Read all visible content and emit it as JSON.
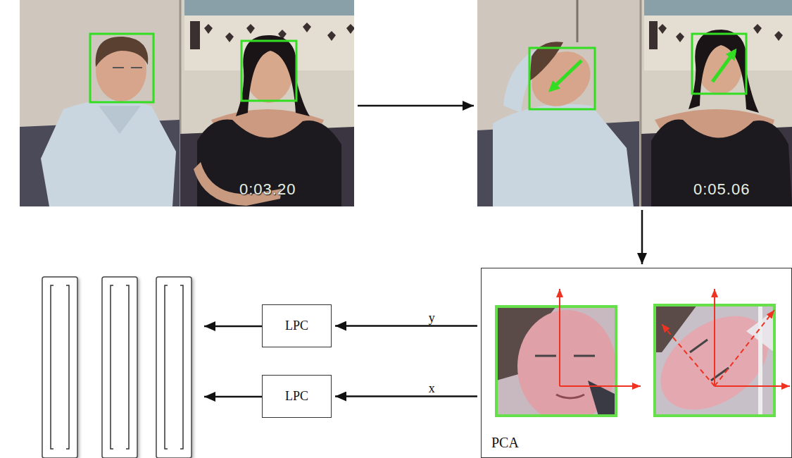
{
  "diagram": {
    "nodes": [
      {
        "text": [
          "0:03.20"
        ]
      },
      {
        "text": [
          "0:05.06"
        ]
      },
      {
        "text": [
          "PCA"
        ]
      },
      {
        "text": [
          "LPC"
        ]
      },
      {
        "text": [
          "LPC"
        ]
      }
    ],
    "edges": [
      {
        "from": 0,
        "to": 1,
        "arrow": "to"
      },
      {
        "from": 1,
        "to": 2,
        "arrow": "to"
      },
      {
        "from": 2,
        "to": 3,
        "label": "y",
        "arrow": "to"
      },
      {
        "from": 2,
        "to": 4,
        "label": "x",
        "arrow": "to"
      }
    ]
  }
}
